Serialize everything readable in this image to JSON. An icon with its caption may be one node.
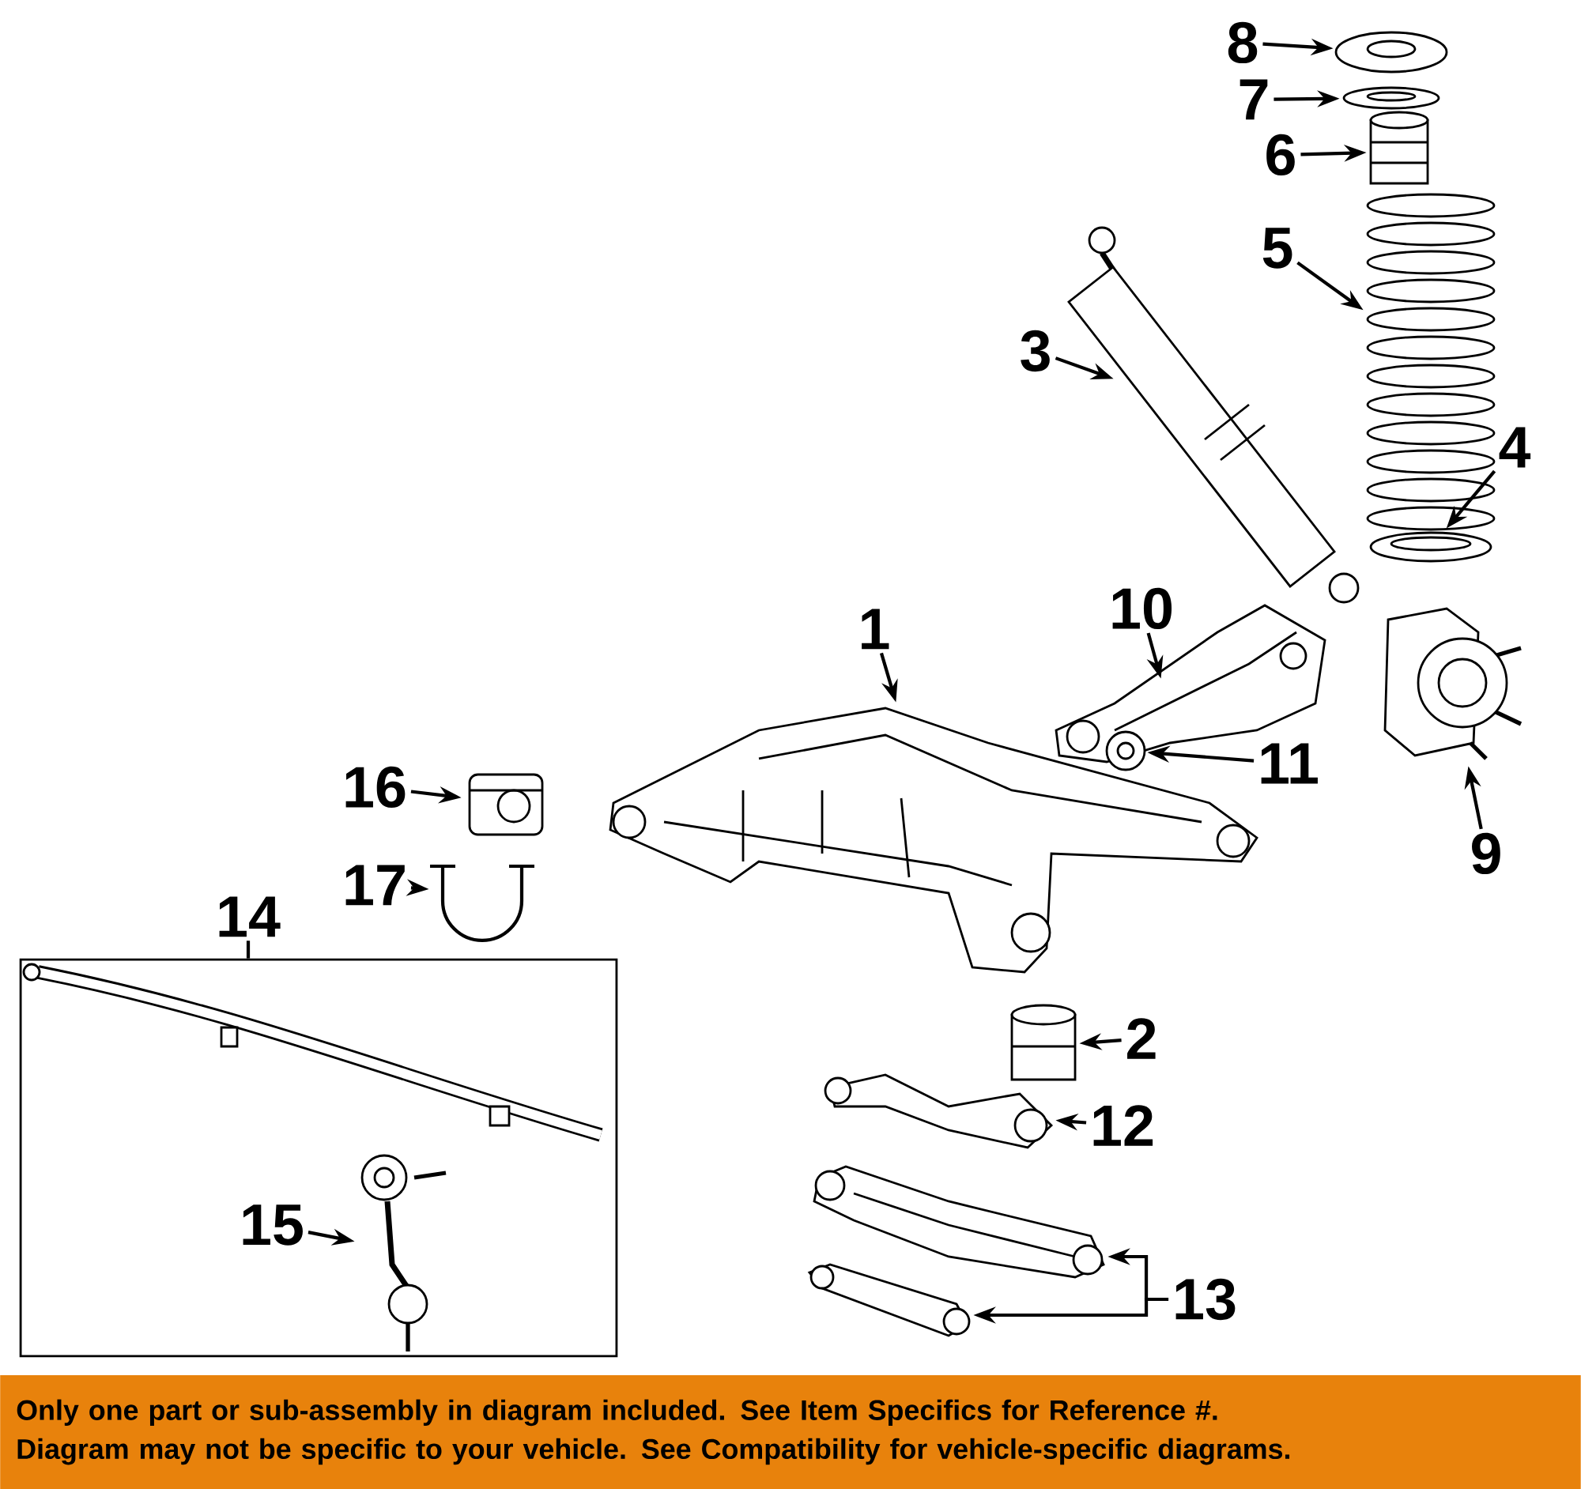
{
  "diagram": {
    "nodes": [
      {
        "text": [
          "1"
        ]
      },
      {
        "text": [],
        "shape": "picture"
      },
      {
        "text": [
          "2"
        ]
      },
      {
        "text": [],
        "shape": "picture"
      },
      {
        "text": [
          "3"
        ]
      },
      {
        "text": [],
        "shape": "picture"
      },
      {
        "text": [
          "4"
        ]
      },
      {
        "text": [],
        "shape": "picture"
      },
      {
        "text": [
          "5"
        ]
      },
      {
        "text": [],
        "shape": "picture"
      },
      {
        "text": [
          "6"
        ]
      },
      {
        "text": [],
        "shape": "picture"
      },
      {
        "text": [
          "7"
        ]
      },
      {
        "text": [],
        "shape": "picture"
      },
      {
        "text": [
          "8"
        ]
      },
      {
        "text": [],
        "shape": "picture"
      },
      {
        "text": [
          "9"
        ]
      },
      {
        "text": [],
        "shape": "picture"
      },
      {
        "text": [
          "10"
        ]
      },
      {
        "text": [],
        "shape": "picture"
      },
      {
        "text": [
          "11"
        ]
      },
      {
        "text": [],
        "shape": "picture"
      },
      {
        "text": [
          "12"
        ]
      },
      {
        "text": [],
        "shape": "picture"
      },
      {
        "text": [
          "13"
        ]
      },
      {
        "text": [],
        "shape": "picture"
      },
      {
        "text": [],
        "shape": "picture"
      },
      {
        "text": [
          "14"
        ]
      },
      {
        "text": [],
        "shape": "box"
      },
      {
        "text": [],
        "shape": "picture",
        "in": 28
      },
      {
        "text": [
          "15"
        ],
        "in": 28
      },
      {
        "text": [],
        "shape": "picture",
        "in": 28
      },
      {
        "text": [
          "16"
        ]
      },
      {
        "text": [],
        "shape": "picture"
      },
      {
        "text": [
          "17"
        ]
      },
      {
        "text": [],
        "shape": "picture"
      },
      {
        "text": [
          "Only one part or sub-assembly in diagram included. See Item Specifics for Reference #.",
          "Diagram may not be specific to your vehicle. See Compatibility for vehicle-specific diagrams."
        ]
      }
    ],
    "edges": [
      {
        "from": 0,
        "to": 1,
        "arrow": "to"
      },
      {
        "from": 2,
        "to": 3,
        "arrow": "to"
      },
      {
        "from": 4,
        "to": 5,
        "arrow": "to"
      },
      {
        "from": 6,
        "to": 7,
        "arrow": "to"
      },
      {
        "from": 8,
        "to": 9,
        "arrow": "to"
      },
      {
        "from": 10,
        "to": 11,
        "arrow": "to"
      },
      {
        "from": 12,
        "to": 13,
        "arrow": "to"
      },
      {
        "from": 14,
        "to": 15,
        "arrow": "to"
      },
      {
        "from": 16,
        "to": 17,
        "arrow": "to"
      },
      {
        "from": 18,
        "to": 19,
        "arrow": "to"
      },
      {
        "from": 20,
        "to": 21,
        "arrow": "to"
      },
      {
        "from": 22,
        "to": 23,
        "arrow": "to"
      },
      {
        "from": 24,
        "to": 25,
        "arrow": "to"
      },
      {
        "from": 24,
        "to": 26,
        "arrow": "to"
      },
      {
        "from": 27,
        "to": 28,
        "arrow": "none"
      },
      {
        "from": 30,
        "to": 31,
        "arrow": "to"
      },
      {
        "from": 32,
        "to": 33,
        "arrow": "to"
      },
      {
        "from": 34,
        "to": 35,
        "arrow": "to"
      }
    ]
  }
}
